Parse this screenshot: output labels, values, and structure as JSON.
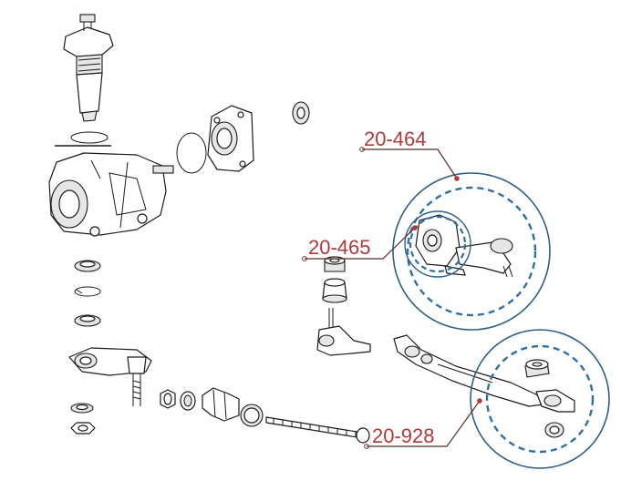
{
  "callouts": [
    {
      "id": "callout-20-464",
      "label": "20-464"
    },
    {
      "id": "callout-20-465",
      "label": "20-465"
    },
    {
      "id": "callout-20-928",
      "label": "20-928"
    }
  ],
  "colors": {
    "callout_text": "#b03a3a",
    "callout_leader": "#5a2a2a",
    "highlight_circle": "#2f5f86",
    "dashed_circle": "#2f6fa3",
    "line_art": "#1a1a1a"
  }
}
